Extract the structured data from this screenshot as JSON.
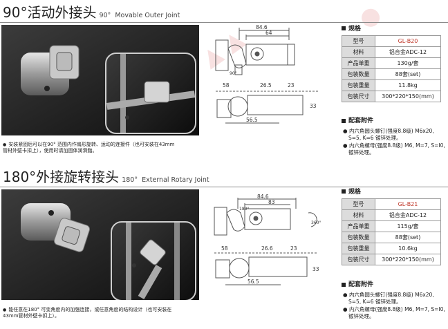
{
  "s1": {
    "title": "90°活动外接头",
    "title_deg": "90°",
    "title_en": "Movable Outer Joint",
    "note": "安装紧固后可以在90° 范围内作扇形旋转、运动的连接件（也可安装在43mm管材外壁卡扣上），使用时请加固体润滑脂。",
    "dims": {
      "a": "84.6",
      "b": "64",
      "c": "90°",
      "d": "58",
      "e": "26.5",
      "f": "23",
      "g": "33",
      "h": "56.5"
    },
    "spec_header": "规格",
    "specs": [
      {
        "k": "型号",
        "v": "GL-B20",
        "code": true
      },
      {
        "k": "材料",
        "v": "铝合金ADC-12"
      },
      {
        "k": "产品单重",
        "v": "130g/套"
      },
      {
        "k": "包装数量",
        "v": "88套(set)"
      },
      {
        "k": "包装重量",
        "v": "11.8kg"
      },
      {
        "k": "包装尺寸",
        "v": "300*220*150(mm)"
      }
    ],
    "acc_header": "配套附件",
    "acc": [
      "内六角圆头螺钉(强度8.8级) M6x20, S=5, K=6 镀锌处理。",
      "内六角螺母(强度8.8级) M6, M=7, S=I0, 镀锌处理。"
    ]
  },
  "s2": {
    "title": "180°外接旋转接头",
    "title_deg": "180°",
    "title_en": "External Rotary Joint",
    "note": "能任意在180° 可变角度内的加强连接，或任意角度的结构设计（也可安装在43mm管材外壁卡扣上）。",
    "dims": {
      "a": "84.6",
      "b": "83",
      "c": "180°",
      "r": "360°",
      "d": "58",
      "e": "26.6",
      "f": "23",
      "g": "33",
      "h": "56.5"
    },
    "spec_header": "规格",
    "specs": [
      {
        "k": "型号",
        "v": "GL-B21",
        "code": true
      },
      {
        "k": "材料",
        "v": "铝合金ADC-12"
      },
      {
        "k": "产品单重",
        "v": "115g/套"
      },
      {
        "k": "包装数量",
        "v": "88套(set)"
      },
      {
        "k": "包装重量",
        "v": "10.6kg"
      },
      {
        "k": "包装尺寸",
        "v": "300*220*150(mm)"
      }
    ],
    "acc_header": "配套附件",
    "acc": [
      "内六角圆头螺钉(强度8.8级) M6x20, S=5, K=6 镀锌处理。",
      "内六角螺母(强度8.8级) M6, M=7, S=I0, 镀锌处理。"
    ]
  }
}
